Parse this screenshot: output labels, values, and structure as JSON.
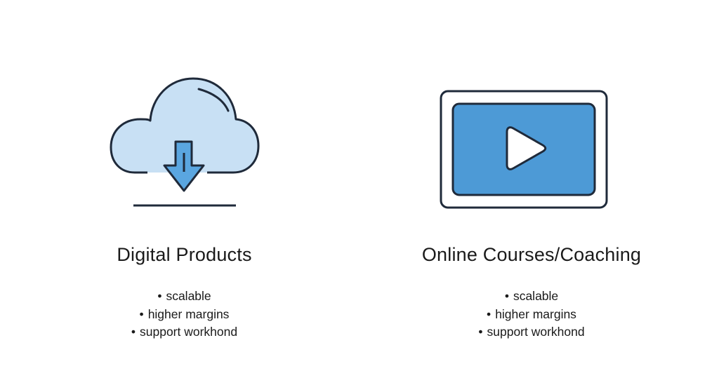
{
  "colors": {
    "outline": "#1f2a3a",
    "cloud_fill": "#c8e0f4",
    "arrow_fill": "#5aa6e0",
    "screen_fill": "#4d9ad6",
    "background": "#ffffff"
  },
  "left": {
    "icon": "cloud-download-icon",
    "title": "Digital Products",
    "bullets": [
      "scalable",
      "higher margins",
      "support workhond"
    ]
  },
  "right": {
    "icon": "video-play-icon",
    "title": "Online Courses/Coaching",
    "bullets": [
      "scalable",
      "higher margins",
      "support workhond"
    ]
  }
}
